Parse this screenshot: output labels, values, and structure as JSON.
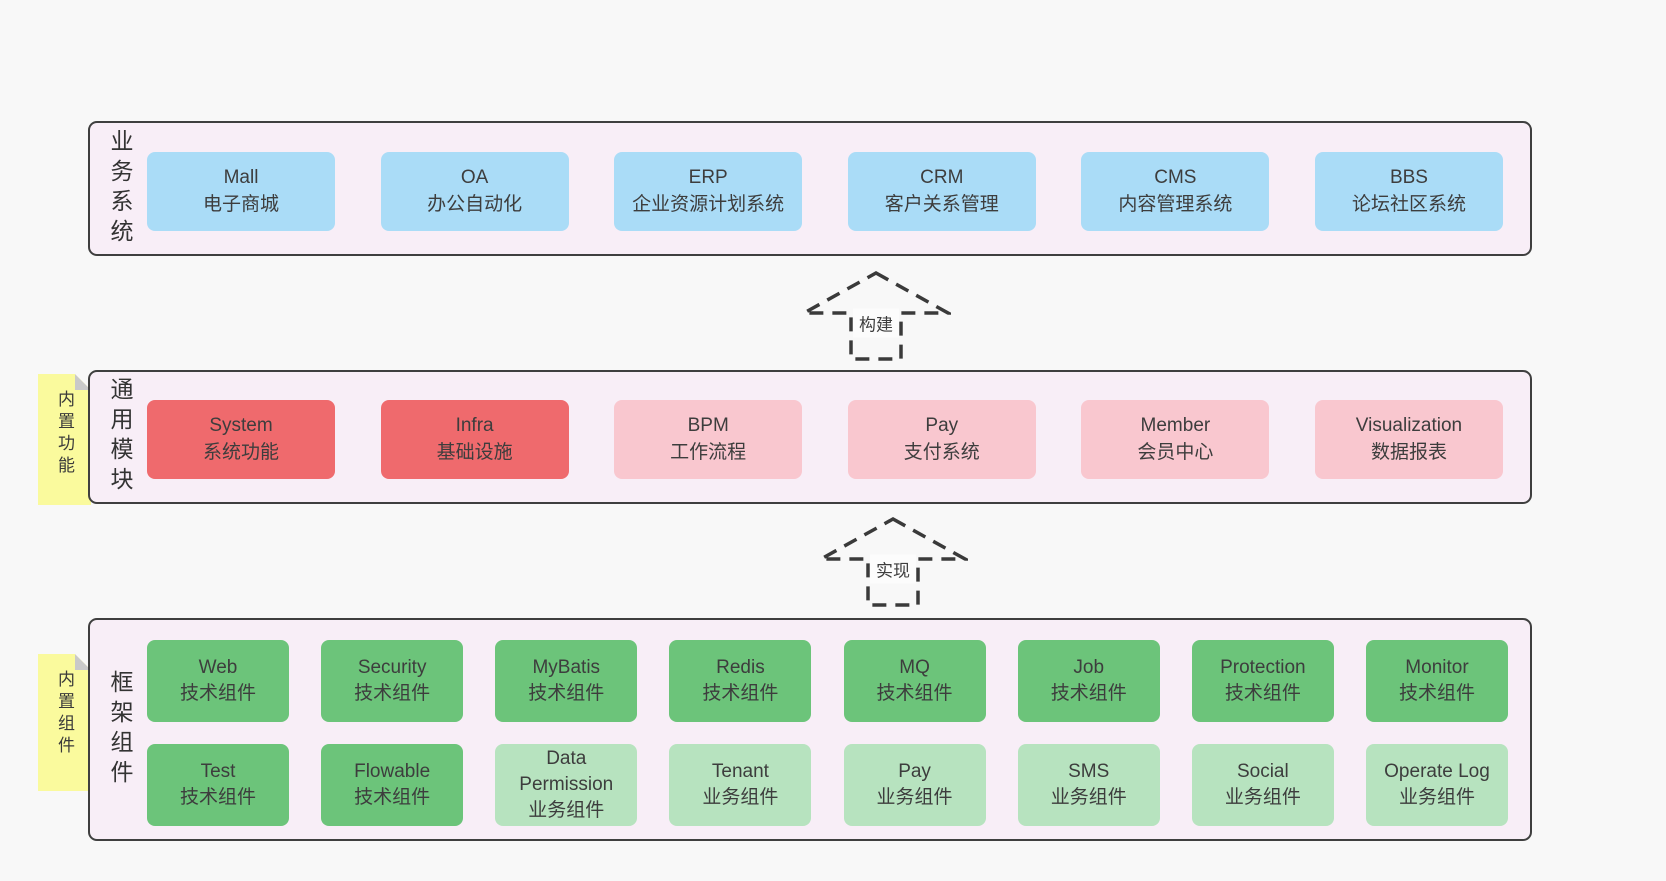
{
  "colors": {
    "page_bg": "#f8f8f8",
    "band_bg": "#f8eef7",
    "band_border": "#3f3f3f",
    "box_blue": "#aadcf7",
    "box_red": "#ef6a6d",
    "box_pink": "#f9c7cf",
    "box_green": "#6cc47a",
    "box_light_green": "#b7e3bf",
    "sticky_yellow": "#fafa9d",
    "text": "#3d3d3d"
  },
  "arrows": [
    {
      "label": "构建"
    },
    {
      "label": "实现"
    }
  ],
  "stickies": [
    {
      "label": "内置功能"
    },
    {
      "label": "内置组件"
    }
  ],
  "bands": [
    {
      "label": "业务系统",
      "boxes": [
        {
          "title": "Mall",
          "subtitle": "电子商城"
        },
        {
          "title": "OA",
          "subtitle": "办公自动化"
        },
        {
          "title": "ERP",
          "subtitle": "企业资源计划系统"
        },
        {
          "title": "CRM",
          "subtitle": "客户关系管理"
        },
        {
          "title": "CMS",
          "subtitle": "内容管理系统"
        },
        {
          "title": "BBS",
          "subtitle": "论坛社区系统"
        }
      ]
    },
    {
      "label": "通用模块",
      "boxes": [
        {
          "title": "System",
          "subtitle": "系统功能"
        },
        {
          "title": "Infra",
          "subtitle": "基础设施"
        },
        {
          "title": "BPM",
          "subtitle": "工作流程"
        },
        {
          "title": "Pay",
          "subtitle": "支付系统"
        },
        {
          "title": "Member",
          "subtitle": "会员中心"
        },
        {
          "title": "Visualization",
          "subtitle": "数据报表"
        }
      ]
    },
    {
      "label": "框架组件",
      "rows": [
        [
          {
            "title": "Web",
            "subtitle": "技术组件"
          },
          {
            "title": "Security",
            "subtitle": "技术组件"
          },
          {
            "title": "MyBatis",
            "subtitle": "技术组件"
          },
          {
            "title": "Redis",
            "subtitle": "技术组件"
          },
          {
            "title": "MQ",
            "subtitle": "技术组件"
          },
          {
            "title": "Job",
            "subtitle": "技术组件"
          },
          {
            "title": "Protection",
            "subtitle": "技术组件"
          },
          {
            "title": "Monitor",
            "subtitle": "技术组件"
          }
        ],
        [
          {
            "title": "Test",
            "subtitle": "技术组件"
          },
          {
            "title": "Flowable",
            "subtitle": "技术组件"
          },
          {
            "title": "Data Permission",
            "subtitle": "业务组件"
          },
          {
            "title": "Tenant",
            "subtitle": "业务组件"
          },
          {
            "title": "Pay",
            "subtitle": "业务组件"
          },
          {
            "title": "SMS",
            "subtitle": "业务组件"
          },
          {
            "title": "Social",
            "subtitle": "业务组件"
          },
          {
            "title": "Operate Log",
            "subtitle": "业务组件"
          }
        ]
      ]
    }
  ]
}
